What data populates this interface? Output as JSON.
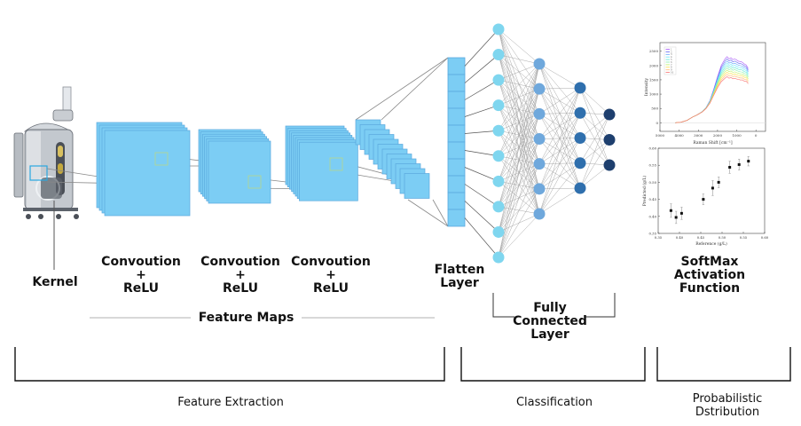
{
  "colors": {
    "feature_map_fill": "#7ccdf4",
    "feature_map_edge": "#5aa9de",
    "input_node": "#7fd6ef",
    "hidden1_node": "#6fa8dc",
    "hidden2_node": "#2f6fad",
    "output_node": "#1e3f6e",
    "edge": "#9a9a9a",
    "bracket": "#111111"
  },
  "labels": {
    "kernel": "Kernel",
    "conv1": "Convoution\n+\nReLU",
    "conv2": "Convoution\n+\nReLU",
    "conv3": "Convoution\n+\nReLU",
    "flatten": "Flatten\nLayer",
    "feature_maps": "Feature Maps",
    "fully_connected": "Fully\nConnected\nLayer",
    "softmax": "SoftMax\nActivation\nFunction"
  },
  "sections": [
    {
      "name": "feature-extraction",
      "label": "Feature Extraction"
    },
    {
      "name": "classification",
      "label": "Classification"
    },
    {
      "name": "probabilistic-distribution",
      "label": "Probabilistic\nDstribution"
    }
  ],
  "network": {
    "flatten_cells": 10,
    "layers": [
      10,
      7,
      5,
      3
    ]
  },
  "chart_data": [
    {
      "type": "line",
      "title": "",
      "xlabel": "Raman Shift [cm⁻¹]",
      "ylabel": "Intensity",
      "xlim": [
        5000,
        -500
      ],
      "ylim": [
        -300,
        2800
      ],
      "x_ticks": [
        "5000",
        "4000",
        "3000",
        "2000",
        "1000",
        "0"
      ],
      "y_ticks": [
        "0",
        "500",
        "1000",
        "1500",
        "2000",
        "2500"
      ],
      "legend": "top-left",
      "legend_entries": [
        "1",
        "2",
        "3",
        "4",
        "5",
        "6",
        "7",
        "8",
        "9",
        "10"
      ],
      "series_colors": [
        "#a855f7",
        "#6366f1",
        "#60a5fa",
        "#67e8f9",
        "#5eead4",
        "#86efac",
        "#bef264",
        "#fde047",
        "#fdba74",
        "#f87171"
      ],
      "x": [
        4200,
        3900,
        3600,
        3300,
        3100,
        3000,
        2800,
        2600,
        2400,
        2200,
        2000,
        1800,
        1600,
        1500,
        1400,
        1300,
        1200,
        1100,
        1000,
        900,
        800,
        700,
        600,
        500,
        400
      ],
      "base_curve": [
        0,
        20,
        80,
        200,
        260,
        300,
        380,
        500,
        700,
        1000,
        1300,
        1550,
        1700,
        1750,
        1720,
        1680,
        1700,
        1650,
        1690,
        1600,
        1650,
        1580,
        1600,
        1520,
        1500
      ],
      "series_top_scale": 1.32,
      "series_bottom_scale": 0.92
    },
    {
      "type": "scatter",
      "title": "",
      "xlabel": "Reference (g/L)",
      "ylabel": "Predicted (g/L)",
      "xlim": [
        0.35,
        0.6
      ],
      "ylim": [
        0.35,
        0.6
      ],
      "x_ticks": [
        "0.35",
        "0.40",
        "0.45",
        "0.50",
        "0.55",
        "0.60"
      ],
      "y_ticks": [
        "0.35",
        "0.40",
        "0.45",
        "0.50",
        "0.55",
        "0.60"
      ],
      "points": [
        {
          "x": 0.38,
          "y": 0.417,
          "err": 0.02
        },
        {
          "x": 0.392,
          "y": 0.397,
          "err": 0.018
        },
        {
          "x": 0.405,
          "y": 0.409,
          "err": 0.018
        },
        {
          "x": 0.456,
          "y": 0.45,
          "err": 0.016
        },
        {
          "x": 0.478,
          "y": 0.483,
          "err": 0.022
        },
        {
          "x": 0.492,
          "y": 0.5,
          "err": 0.016
        },
        {
          "x": 0.518,
          "y": 0.544,
          "err": 0.018
        },
        {
          "x": 0.54,
          "y": 0.552,
          "err": 0.016
        },
        {
          "x": 0.562,
          "y": 0.562,
          "err": 0.014
        }
      ]
    }
  ]
}
